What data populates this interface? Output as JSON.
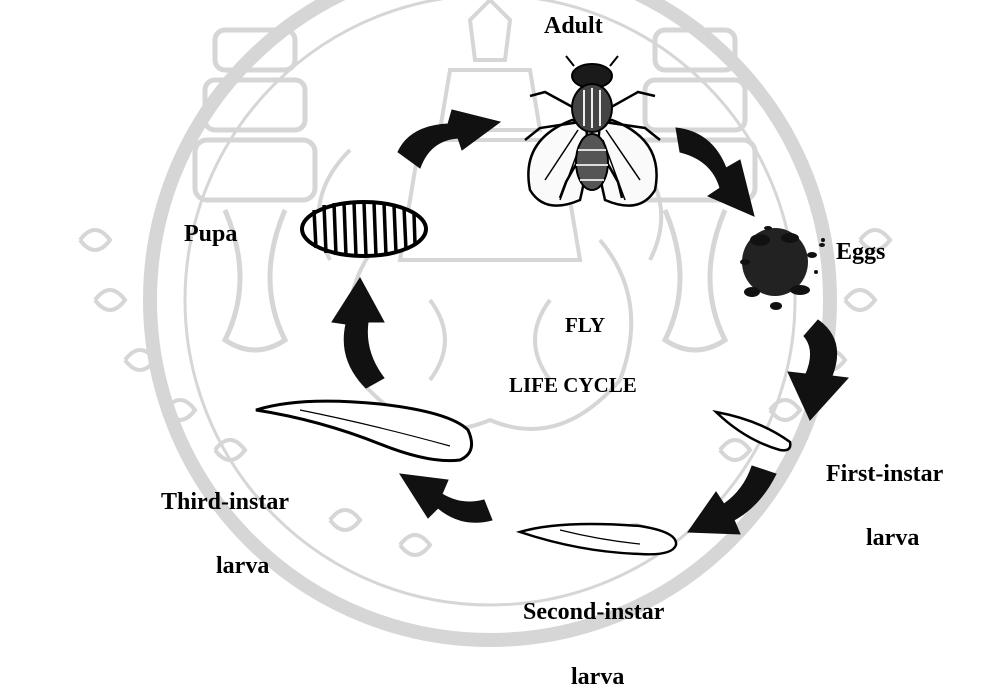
{
  "diagram": {
    "center_title_line1": "FLY",
    "center_title_line2": "LIFE CYCLE",
    "stages": {
      "adult": "Adult",
      "eggs": "Eggs",
      "first_instar_line1": "First-instar",
      "first_instar_line2": "larva",
      "second_instar_line1": "Second-instar",
      "second_instar_line2": "larva",
      "third_instar_line1": "Third-instar",
      "third_instar_line2": "larva",
      "pupa": "Pupa"
    }
  },
  "colors": {
    "ink": "#000000",
    "watermark": "#d9d9d9",
    "background": "#ffffff"
  }
}
